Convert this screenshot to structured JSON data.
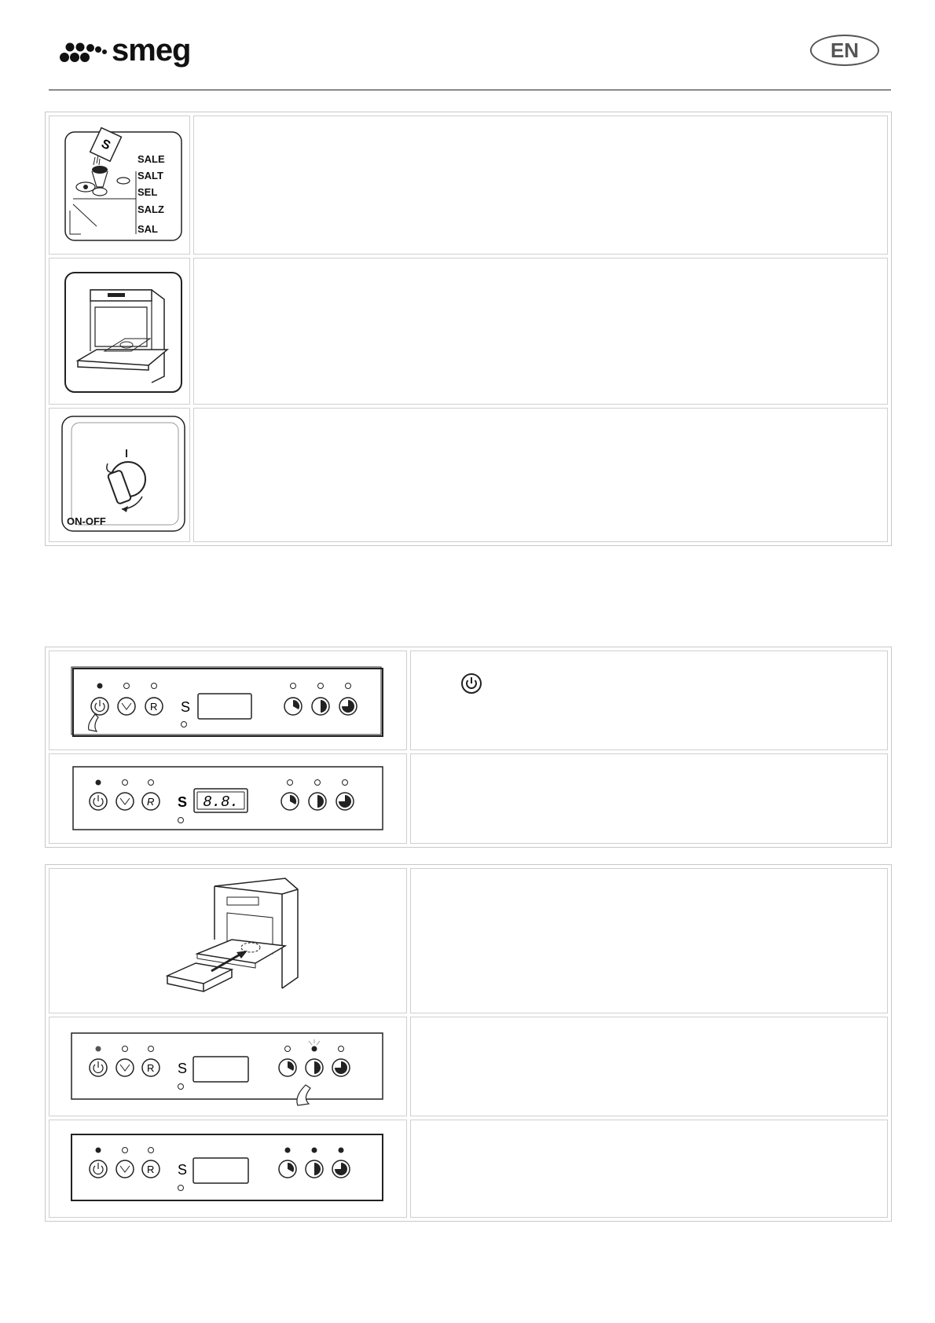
{
  "header": {
    "brand": "smeg",
    "language": "EN"
  },
  "section1": {
    "rows": [
      {
        "illustration": "salt-filling",
        "labels": [
          "SALE",
          "SALT",
          "SEL",
          "SALZ",
          "SAL"
        ],
        "text": ""
      },
      {
        "illustration": "dishwasher-door-open",
        "text": ""
      },
      {
        "illustration": "main-switch-knob",
        "switch_label": "ON-OFF",
        "text": ""
      }
    ]
  },
  "section2": {
    "rows": [
      {
        "panel": "power-button-press",
        "text": ""
      },
      {
        "panel": "display-on",
        "display_text": "8.8.",
        "text": ""
      }
    ]
  },
  "section3": {
    "rows": [
      {
        "illustration": "basket-insertion",
        "text": ""
      },
      {
        "panel": "cycle-select-press",
        "text": ""
      },
      {
        "panel": "all-cycle-leds-on",
        "text": ""
      }
    ]
  },
  "colors": {
    "border": "#cfcfcf",
    "ink": "#111111",
    "badge": "#555555"
  }
}
